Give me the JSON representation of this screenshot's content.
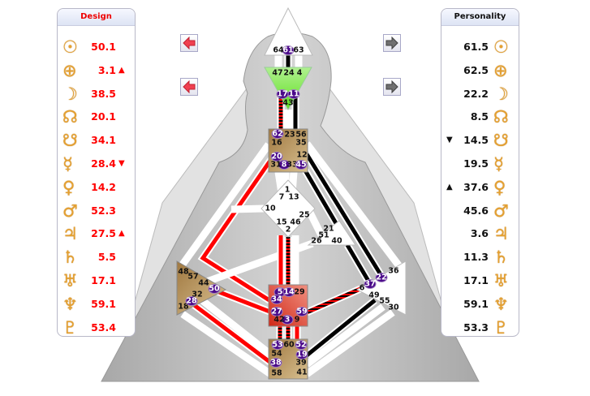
{
  "design": {
    "title": "Design",
    "rows": [
      {
        "planet": "sun-icon",
        "glyph": "☉",
        "value": "50.1",
        "mark": ""
      },
      {
        "planet": "earth-icon",
        "glyph": "⊕",
        "value": "3.1",
        "mark": "▲"
      },
      {
        "planet": "moon-icon",
        "glyph": "☽",
        "value": "38.5",
        "mark": ""
      },
      {
        "planet": "north-node-icon",
        "glyph": "☊",
        "value": "20.1",
        "mark": ""
      },
      {
        "planet": "south-node-icon",
        "glyph": "☋",
        "value": "34.1",
        "mark": ""
      },
      {
        "planet": "mercury-icon",
        "glyph": "☿",
        "value": "28.4",
        "mark": "▼"
      },
      {
        "planet": "venus-icon",
        "glyph": "♀",
        "value": "14.2",
        "mark": ""
      },
      {
        "planet": "mars-icon",
        "glyph": "♂",
        "value": "52.3",
        "mark": ""
      },
      {
        "planet": "jupiter-icon",
        "glyph": "♃",
        "value": "27.5",
        "mark": "▲"
      },
      {
        "planet": "saturn-icon",
        "glyph": "♄",
        "value": "5.5",
        "mark": ""
      },
      {
        "planet": "uranus-icon",
        "glyph": "♅",
        "value": "17.1",
        "mark": ""
      },
      {
        "planet": "neptune-icon",
        "glyph": "♆",
        "value": "59.1",
        "mark": ""
      },
      {
        "planet": "pluto-icon",
        "glyph": "♇",
        "value": "53.4",
        "mark": ""
      }
    ]
  },
  "personality": {
    "title": "Personality",
    "rows": [
      {
        "planet": "sun-icon",
        "glyph": "☉",
        "value": "61.5",
        "mark": ""
      },
      {
        "planet": "earth-icon",
        "glyph": "⊕",
        "value": "62.5",
        "mark": ""
      },
      {
        "planet": "moon-icon",
        "glyph": "☽",
        "value": "22.2",
        "mark": ""
      },
      {
        "planet": "north-node-icon",
        "glyph": "☊",
        "value": "8.5",
        "mark": ""
      },
      {
        "planet": "south-node-icon",
        "glyph": "☋",
        "value": "14.5",
        "mark": "▼"
      },
      {
        "planet": "mercury-icon",
        "glyph": "☿",
        "value": "19.5",
        "mark": ""
      },
      {
        "planet": "venus-icon",
        "glyph": "♀",
        "value": "37.6",
        "mark": "▲"
      },
      {
        "planet": "mars-icon",
        "glyph": "♂",
        "value": "45.6",
        "mark": ""
      },
      {
        "planet": "jupiter-icon",
        "glyph": "♃",
        "value": "3.6",
        "mark": ""
      },
      {
        "planet": "saturn-icon",
        "glyph": "♄",
        "value": "11.3",
        "mark": ""
      },
      {
        "planet": "uranus-icon",
        "glyph": "♅",
        "value": "17.1",
        "mark": ""
      },
      {
        "planet": "neptune-icon",
        "glyph": "♆",
        "value": "59.1",
        "mark": ""
      },
      {
        "planet": "pluto-icon",
        "glyph": "♇",
        "value": "53.3",
        "mark": ""
      }
    ]
  },
  "colors": {
    "design": "#ff0000",
    "personality": "#000000",
    "highlight": "#4b0a8a",
    "ajna": "#8af04a",
    "sacral": "#e05040",
    "motor": "#b89060"
  },
  "nav": {
    "design_prev": "arrow-left-icon",
    "personality_next": "arrow-right-icon"
  },
  "gates": {
    "64": false,
    "61": true,
    "63": false,
    "47": false,
    "24": false,
    "4": false,
    "17": true,
    "11": true,
    "43": false,
    "62": true,
    "23": false,
    "56": false,
    "16": false,
    "35": false,
    "20": true,
    "12": false,
    "31": false,
    "8": true,
    "33": false,
    "45": true,
    "1": false,
    "7": false,
    "13": false,
    "10": false,
    "25": false,
    "15": false,
    "46": false,
    "2": false,
    "21": false,
    "51": false,
    "26": false,
    "40": false,
    "48": false,
    "57": false,
    "44": false,
    "50": true,
    "32": false,
    "28": true,
    "18": false,
    "5": true,
    "14": true,
    "29": false,
    "34": true,
    "27": true,
    "59": true,
    "42": false,
    "3": true,
    "9": false,
    "36": false,
    "22": true,
    "37": true,
    "6": false,
    "49": false,
    "55": false,
    "30": false,
    "53": true,
    "60": false,
    "52": true,
    "54": false,
    "19": true,
    "38": true,
    "39": false,
    "58": false,
    "41": false
  },
  "channels": [
    {
      "gates": "64-47",
      "state": "none"
    },
    {
      "gates": "61-24",
      "state": "personality"
    },
    {
      "gates": "63-4",
      "state": "none"
    },
    {
      "gates": "17-62",
      "state": "both"
    },
    {
      "gates": "43-23",
      "state": "none"
    },
    {
      "gates": "11-56",
      "state": "personality"
    },
    {
      "gates": "7-31",
      "state": "none"
    },
    {
      "gates": "1-8",
      "state": "none"
    },
    {
      "gates": "13-33",
      "state": "none"
    },
    {
      "gates": "20-34",
      "state": "design"
    },
    {
      "gates": "16-48",
      "state": "none"
    },
    {
      "gates": "10-20",
      "state": "none"
    },
    {
      "gates": "27-50",
      "state": "design"
    },
    {
      "gates": "44-26",
      "state": "none"
    },
    {
      "gates": "28-38",
      "state": "design"
    },
    {
      "gates": "18-58",
      "state": "none"
    },
    {
      "gates": "32-54",
      "state": "none"
    },
    {
      "gates": "5-15",
      "state": "design"
    },
    {
      "gates": "14-2",
      "state": "both"
    },
    {
      "gates": "29-46",
      "state": "none"
    },
    {
      "gates": "42-53",
      "state": "both"
    },
    {
      "gates": "3-60",
      "state": "both"
    },
    {
      "gates": "9-52",
      "state": "design"
    },
    {
      "gates": "59-6",
      "state": "both"
    },
    {
      "gates": "19-49",
      "state": "personality"
    },
    {
      "gates": "39-55",
      "state": "none"
    },
    {
      "gates": "41-30",
      "state": "none"
    },
    {
      "gates": "12-22",
      "state": "personality"
    },
    {
      "gates": "35-36",
      "state": "none"
    },
    {
      "gates": "45-21",
      "state": "personality"
    },
    {
      "gates": "25-51",
      "state": "none"
    },
    {
      "gates": "37-40",
      "state": "personality"
    }
  ]
}
